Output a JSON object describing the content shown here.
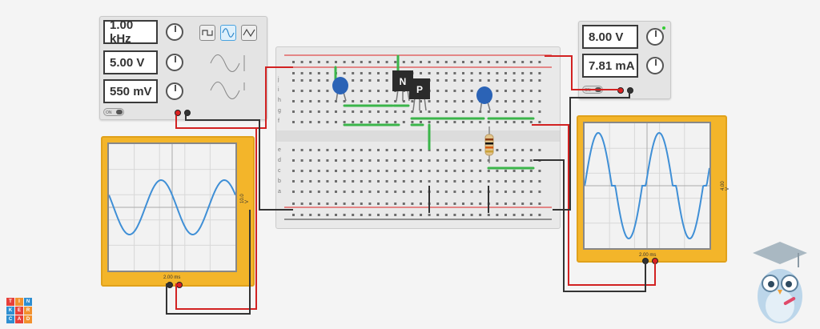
{
  "function_generator": {
    "frequency": "1.00 kHz",
    "amplitude": "5.00 V",
    "dc_offset": "550 mV",
    "waveforms": [
      "square-wave-icon",
      "sine-wave-icon",
      "triangle-wave-icon"
    ],
    "selected_waveform": "sine"
  },
  "power_supply": {
    "voltage": "8.00 V",
    "current": "7.81 mA"
  },
  "oscilloscope_left": {
    "vertical_scale": "10.0 V",
    "time_scale": "2.00 ms"
  },
  "oscilloscope_right": {
    "vertical_scale": "4.00 V",
    "time_scale": "2.00 ms"
  },
  "breadboard": {
    "row_labels_top": [
      "j",
      "i",
      "h",
      "g",
      "f"
    ],
    "row_labels_bottom": [
      "e",
      "d",
      "c",
      "b",
      "a"
    ]
  },
  "components": {
    "npn_label": "N",
    "pnp_label": "P"
  },
  "logo": {
    "letters": [
      "T",
      "I",
      "N",
      "K",
      "E",
      "R",
      "C",
      "A",
      "D"
    ]
  },
  "colors": {
    "scope_body": "#f3b52a",
    "trace": "#3f8fd6",
    "wire_red": "#d22222",
    "wire_black": "#333333",
    "jumper_green": "#3bb54a"
  }
}
